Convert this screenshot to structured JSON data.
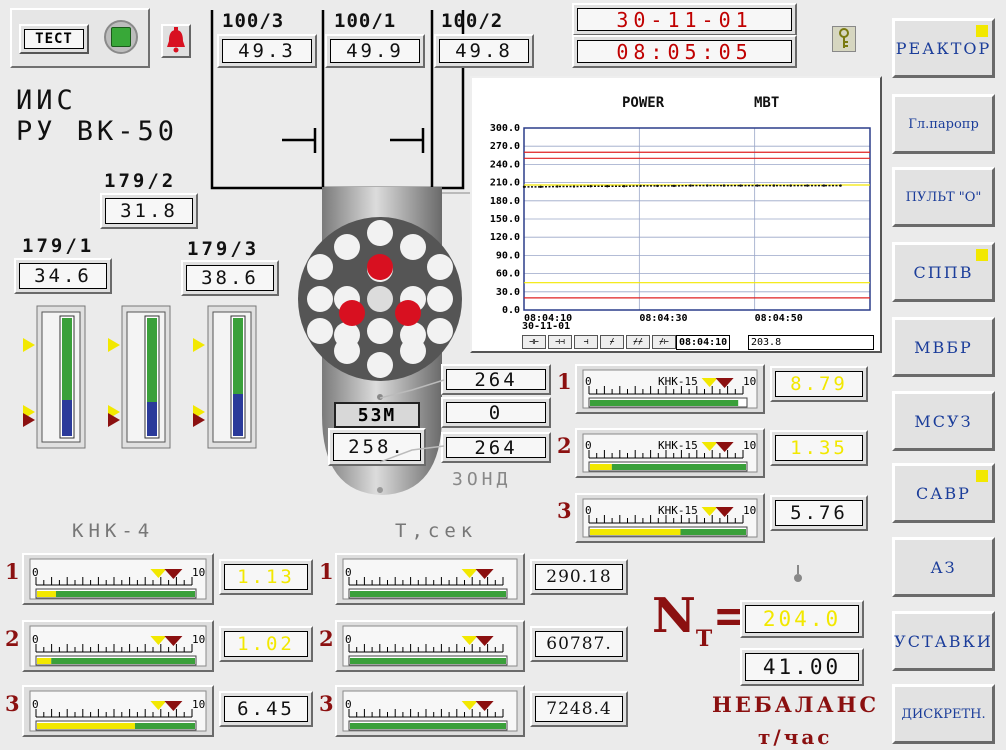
{
  "test_button": {
    "label": "ТЕСТ"
  },
  "title": {
    "line1": "ИИС",
    "line2": "РУ ВК-50"
  },
  "channels_top": [
    {
      "label": "100/3",
      "value": "49.3"
    },
    {
      "label": "100/1",
      "value": "49.9"
    },
    {
      "label": "100/2",
      "value": "49.8"
    }
  ],
  "date": "30-11-01",
  "time": "08:05:05",
  "sensors": {
    "s179_2": {
      "label": "179/2",
      "value": "31.8"
    },
    "s179_1": {
      "label": "179/1",
      "value": "34.6"
    },
    "s179_3": {
      "label": "179/3",
      "value": "38.6"
    }
  },
  "chart_data": {
    "type": "line",
    "title_left": "POWER",
    "title_right": "МВТ",
    "y_ticks": [
      "300.0",
      "270.0",
      "240.0",
      "210.0",
      "180.0",
      "150.0",
      "120.0",
      "90.0",
      "60.0",
      "30.0",
      "0.0"
    ],
    "ylim": [
      0,
      300
    ],
    "x_ticks": [
      "08:04:10",
      "08:04:30",
      "08:04:50"
    ],
    "x_date": "30-11-01",
    "grid": true,
    "limit_lines": [
      {
        "value": 260,
        "color": "#e02020"
      },
      {
        "value": 250,
        "color": "#e02020"
      },
      {
        "value": 206,
        "color": "#f2e800"
      },
      {
        "value": 45,
        "color": "#f2e800"
      },
      {
        "value": 20,
        "color": "#e02020"
      }
    ],
    "series": [
      {
        "values": [
          203,
          203,
          203.5,
          203.5,
          204,
          204,
          204,
          204.5,
          204.5,
          204.5,
          205,
          205,
          205,
          205,
          205,
          205,
          205,
          205,
          205,
          205
        ],
        "color": "#111111"
      }
    ],
    "cursor_time": "08:04:10",
    "cursor_value": "203.8",
    "toolbar_icons": [
      "⊣⊢",
      "⊣⊣",
      "⊣",
      "⌿",
      "⌿⌿",
      "⌿⊢"
    ]
  },
  "core": {
    "rod_53M_label": "53М",
    "rod_53M_value": "258.",
    "read1": "264",
    "read2": "0",
    "read3": "264",
    "zond_label": "ЗОНД"
  },
  "knk15": {
    "meter_label": "КНК-15",
    "rows": [
      {
        "idx": "1",
        "value": "8.79",
        "fill": 0.95,
        "fill_color": "#3aa03a",
        "value_color": "yel"
      },
      {
        "idx": "2",
        "value": "1.35",
        "fill": 0.14,
        "fill_color": "#f2e800",
        "value_color": "yel"
      },
      {
        "idx": "3",
        "value": "5.76",
        "fill": 0.58,
        "fill_color": "#f2e800",
        "value_color": ""
      }
    ],
    "scale_min": "0",
    "scale_max": "10"
  },
  "knk4": {
    "header": "КНК-4",
    "rows": [
      {
        "idx": "1",
        "value": "1.13",
        "fill": 0.12,
        "value_color": "yel"
      },
      {
        "idx": "2",
        "value": "1.02",
        "fill": 0.09,
        "value_color": "yel"
      },
      {
        "idx": "3",
        "value": "6.45",
        "fill": 0.62,
        "value_color": ""
      }
    ],
    "scale_min": "0",
    "scale_max": "10"
  },
  "tsek": {
    "header": "T,сек",
    "rows": [
      {
        "idx": "1",
        "value": "290.18"
      },
      {
        "idx": "2",
        "value": "60787."
      },
      {
        "idx": "3",
        "value": "7248.4"
      }
    ],
    "scale_min": "0"
  },
  "nt": {
    "letter": "N",
    "sub": "T",
    "eq": "=",
    "value1": "204.0",
    "value2": "41.00"
  },
  "imbalance": {
    "line1": "НЕБАЛАНС",
    "line2": "т/час"
  },
  "nav": [
    {
      "label": "РЕАКТОР",
      "indicator": true
    },
    {
      "label": "Гл.паропр",
      "indicator": false
    },
    {
      "label": "ПУЛЬТ \"О\"",
      "indicator": false
    },
    {
      "label": "СППВ",
      "indicator": true
    },
    {
      "label": "МВБР",
      "indicator": false
    },
    {
      "label": "МСУЗ",
      "indicator": false
    },
    {
      "label": "САВР",
      "indicator": true
    },
    {
      "label": "АЗ",
      "indicator": false
    },
    {
      "label": "УСТАВКИ",
      "indicator": false
    },
    {
      "label": "ДИСКРЕТН.",
      "indicator": false
    }
  ],
  "colors": {
    "accent_blue": "#1b3d9a",
    "alarm_red": "#d81020",
    "index_red": "#8b1010",
    "yellow": "#f2e800",
    "green": "#3aa03a"
  }
}
